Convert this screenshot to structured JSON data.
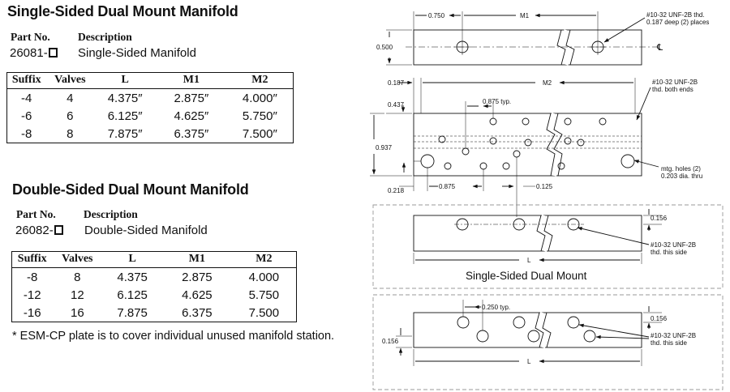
{
  "single": {
    "title": "Single-Sided Dual Mount Manifold",
    "part_header": "Part No.",
    "desc_header": "Description",
    "part_no": "26081-",
    "description": "Single-Sided Manifold",
    "columns": [
      "Suffix",
      "Valves",
      "L",
      "M1",
      "M2"
    ],
    "rows": [
      [
        "-4",
        "4",
        "4.375″",
        "2.875″",
        "4.000″"
      ],
      [
        "-6",
        "6",
        "6.125″",
        "4.625″",
        "5.750″"
      ],
      [
        "-8",
        "8",
        "7.875″",
        "6.375″",
        "7.500″"
      ]
    ]
  },
  "double": {
    "title": "Double-Sided Dual Mount Manifold",
    "part_header": "Part No.",
    "desc_header": "Description",
    "part_no": "26082-",
    "description": "Double-Sided Manifold",
    "columns": [
      "Suffix",
      "Valves",
      "L",
      "M1",
      "M2"
    ],
    "rows": [
      [
        "-8",
        "8",
        "4.375",
        "2.875",
        "4.000"
      ],
      [
        "-12",
        "12",
        "6.125",
        "4.625",
        "5.750"
      ],
      [
        "-16",
        "16",
        "7.875",
        "6.375",
        "7.500"
      ]
    ]
  },
  "footnote": "* ESM-CP plate is to cover individual unused manifold station.",
  "drawing": {
    "top_view": {
      "dim_0750": "0.750",
      "dim_m1": "M1",
      "dim_0500": "0.500",
      "thread_line1": "#10-32 UNF-2B thd.",
      "thread_line2": "0.187 deep (2) places",
      "centerline": "℄"
    },
    "front_view": {
      "dim_0187": "0.187",
      "dim_m2": "M2",
      "dim_0437": "0.437",
      "dim_0875typ": "0.875 typ.",
      "dim_0937": "0.937",
      "dim_0218": "0.218",
      "dim_0875": "0.875",
      "dim_0125": "0.125",
      "thread_line1": "#10-32 UNF-2B",
      "thread_line2": "thd. both ends",
      "mtg_line1": "mtg. holes (2)",
      "mtg_line2": "0.203 dia. thru"
    },
    "single_view": {
      "dim_0156": "0.156",
      "thread_line1": "#10-32 UNF-2B",
      "thread_line2": "thd. this side",
      "dim_l": "L",
      "caption": "Single-Sided Dual Mount"
    },
    "double_view": {
      "dim_0250typ": "0.250 typ.",
      "dim_0156_right": "0.156",
      "dim_0156_left": "0.156",
      "thread_line1": "#10-32 UNF-2B",
      "thread_line2": "thd. this side",
      "dim_l": "L"
    }
  }
}
